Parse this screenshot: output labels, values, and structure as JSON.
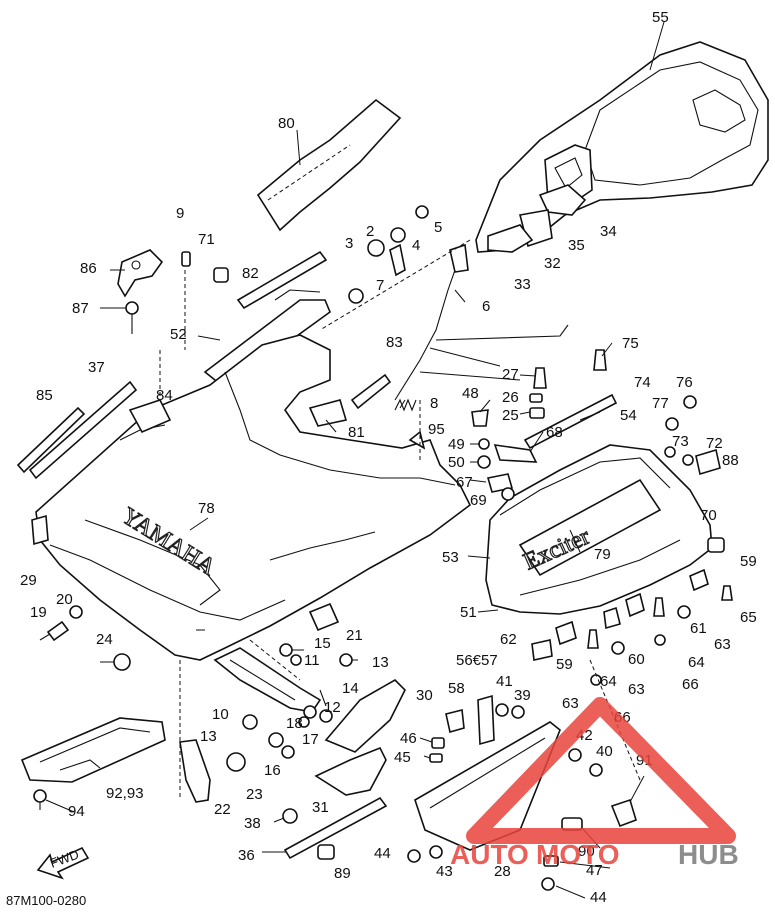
{
  "diagram": {
    "code": "87M100-0280",
    "fwd_label": "FWD",
    "hood_brand": "YAMAHA",
    "side_brand": "Exciter",
    "watermark": {
      "auto": "AUTO",
      "moto": "MOTO",
      "hub": "HUB",
      "color_red": "#e8443c",
      "color_gray": "#7a7a7a"
    }
  },
  "labels": {
    "l1": "55",
    "l2": "80",
    "l3": "9",
    "l4": "71",
    "l5": "2",
    "l6": "5",
    "l7": "3",
    "l8": "4",
    "l9": "86",
    "l10": "82",
    "l11": "7",
    "l12": "87",
    "l13": "52",
    "l14": "6",
    "l15": "34",
    "l16": "35",
    "l17": "32",
    "l18": "33",
    "l19": "83",
    "l20": "37",
    "l21": "85",
    "l22": "84",
    "l23": "8",
    "l24": "81",
    "l25": "75",
    "l26": "27",
    "l27": "74",
    "l28": "48",
    "l29": "26",
    "l30": "76",
    "l31": "25",
    "l32": "77",
    "l33": "95",
    "l34": "54",
    "l35": "49",
    "l36": "73",
    "l37": "72",
    "l38": "68",
    "l39": "50",
    "l40": "88",
    "l41": "67",
    "l42": "69",
    "l43": "78",
    "l44": "70",
    "l45": "29",
    "l46": "53",
    "l47": "79",
    "l48": "59",
    "l49": "20",
    "l50": "19",
    "l51": "65",
    "l52": "51",
    "l53": "61",
    "l54": "21",
    "l55": "63",
    "l56": "24",
    "l57": "15",
    "l58": "62",
    "l59": "64",
    "l60": "11",
    "l61": "13",
    "l62": "56€57",
    "l63": "59",
    "l64": "60",
    "l65": "66",
    "l66": "41",
    "l67": "14",
    "l68": "58",
    "l69": "39",
    "l70": "64",
    "l71": "30",
    "l72": "63",
    "l73": "10",
    "l74": "18",
    "l75": "12",
    "l76": "63",
    "l77": "66",
    "l78": "13",
    "l79": "17",
    "l80": "46",
    "l81": "42",
    "l82": "16",
    "l83": "40",
    "l84": "91",
    "l85": "45",
    "l86": "92,93",
    "l87": "23",
    "l88": "22",
    "l89": "31",
    "l90": "94",
    "l91": "38",
    "l92": "36",
    "l93": "90",
    "l94": "44",
    "l95": "43",
    "l96": "28",
    "l97": "89",
    "l98": "47",
    "l99": "44"
  }
}
